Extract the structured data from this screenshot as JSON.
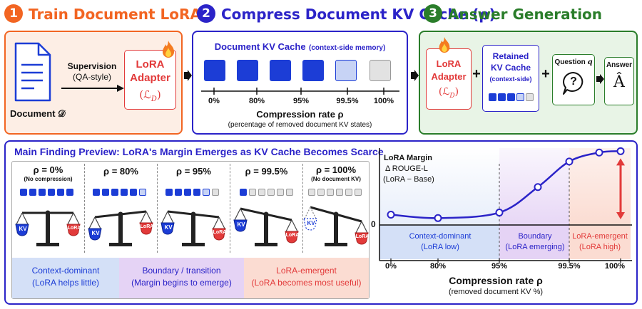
{
  "colors": {
    "orange": "#f26522",
    "blue": "#2b23c8",
    "green": "#2a7d2a",
    "kv_dark": "#1c3dd6",
    "kv_light": "#c7d3f5",
    "kv_gray": "#e2e2e2",
    "red": "#e23a3a"
  },
  "step1": {
    "num": "1",
    "title": "Train Document LoRA",
    "document_label": "Document 𝒟",
    "supervision": "Supervision",
    "qa_style": "(QA-style)",
    "lora_line1": "LoRA",
    "lora_line2": "Adapter",
    "lora_loss": "(ℒ",
    "lora_loss_sub": "D",
    "lora_loss_end": ")"
  },
  "step2": {
    "num": "2",
    "title": "Compress Document KV Cache (ρ)",
    "kv_title": "Document KV Cache",
    "kv_sub": "(context-side memory)",
    "ticks": [
      "0%",
      "80%",
      "95%",
      "99.5%",
      "100%"
    ],
    "axis_label": "Compression rate ρ",
    "axis_sub": "(percentage of removed document KV states)"
  },
  "step3": {
    "num": "3",
    "title": "Answer Generation",
    "lora_line1": "LoRA",
    "lora_line2": "Adapter",
    "lora_loss": "(ℒ",
    "lora_loss_sub": "D",
    "lora_loss_end": ")",
    "plus1": "+",
    "plus2": "+",
    "retained_line1": "Retained",
    "retained_line2": "KV Cache",
    "retained_sub": "(context-side)",
    "question_label": "Question",
    "question_var": "q",
    "question_mark": "?",
    "answer_label": "Answer",
    "answer_symbol": "Â"
  },
  "finding": {
    "title": "Main Finding Preview: LoRA's Margin Emerges as KV Cache Becomes Scarce",
    "columns": [
      {
        "label": "ρ = 0%",
        "note": "(No compression)"
      },
      {
        "label": "ρ = 80%",
        "note": ""
      },
      {
        "label": "ρ = 95%",
        "note": ""
      },
      {
        "label": "ρ = 99.5%",
        "note": ""
      },
      {
        "label": "ρ = 100%",
        "note": "(No document KV)"
      }
    ],
    "kv_tag": "KV",
    "lora_tag": "LoRA",
    "regions": [
      {
        "line1": "Context-dominant",
        "line2": "(LoRA helps little)"
      },
      {
        "line1": "Boundary / transition",
        "line2": "(Margin begins to emerge)"
      },
      {
        "line1": "LoRA-emergent",
        "line2": "(LoRA becomes most useful)"
      }
    ]
  },
  "chart_data": {
    "type": "line",
    "ylabel_lines": [
      "LoRA Margin",
      "Δ ROUGE-L",
      "(LoRA − Base)"
    ],
    "zero_label": "0",
    "xlabel": "Compression rate ρ",
    "xlabel_sub": "(removed document KV %)",
    "x_ticks": [
      "0%",
      "80%",
      "95%",
      "99.5%",
      "100%"
    ],
    "points": [
      {
        "x": "0%",
        "y": 0.15
      },
      {
        "x": "80%",
        "y": 0.1
      },
      {
        "x": "95%",
        "y": 0.18
      },
      {
        "x": "97.5%",
        "y": 0.55
      },
      {
        "x": "99.5%",
        "y": 0.92
      },
      {
        "x": "99.8%",
        "y": 1.05
      },
      {
        "x": "100%",
        "y": 1.07
      }
    ],
    "regions": [
      {
        "line1": "Context-dominant",
        "line2": "(LoRA low)"
      },
      {
        "line1": "Boundary",
        "line2": "(LoRA emerging)"
      },
      {
        "line1": "LoRA-emergent",
        "line2": "(LoRA high)"
      }
    ]
  }
}
